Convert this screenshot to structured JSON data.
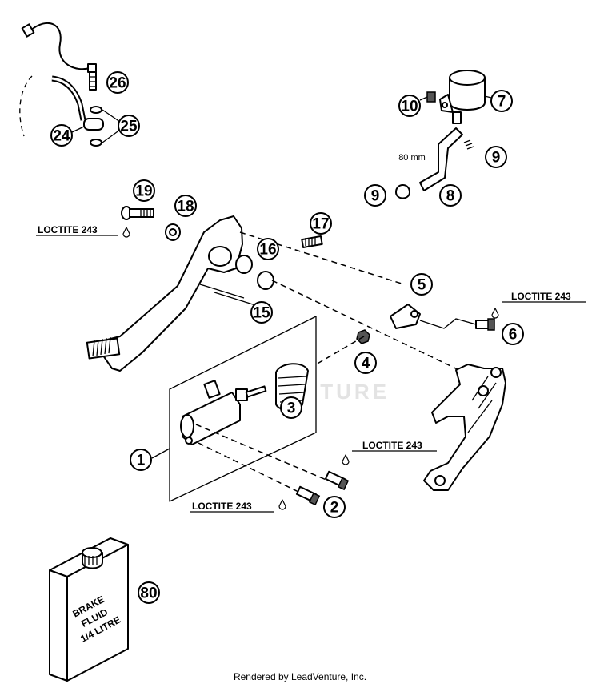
{
  "callouts": {
    "c1": "1",
    "c2": "2",
    "c3": "3",
    "c4": "4",
    "c5": "5",
    "c6": "6",
    "c7": "7",
    "c8": "8",
    "c9a": "9",
    "c9b": "9",
    "c10": "10",
    "c15": "15",
    "c16": "16",
    "c17": "17",
    "c18": "18",
    "c19": "19",
    "c24": "24",
    "c25": "25",
    "c26": "26",
    "c80": "80"
  },
  "loctite": {
    "a": "LOCTITE 243",
    "b": "LOCTITE 243",
    "c": "LOCTITE 243",
    "d": "LOCTITE 243"
  },
  "hose_length": "80 mm",
  "bottle_label": [
    "BRAKE",
    "FLUID",
    "1/4 LITRE"
  ],
  "watermark": "LEADVENTURE",
  "footer": "Rendered by LeadVenture, Inc."
}
